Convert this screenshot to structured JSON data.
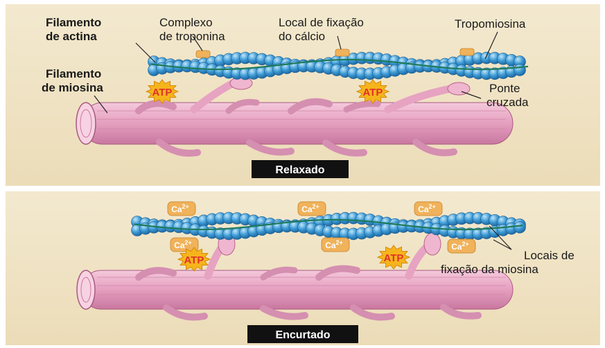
{
  "labels": {
    "actin_filament": [
      "Filamento",
      "de actina"
    ],
    "troponin_complex": [
      "Complexo",
      "de troponina"
    ],
    "calcium_binding_site": [
      "Local de fixação",
      "do cálcio"
    ],
    "tropomyosin": "Tropomiosina",
    "myosin_filament": [
      "Filamento",
      "de miosina"
    ],
    "cross_bridge": [
      "Ponte",
      "cruzada"
    ],
    "myosin_binding_sites": [
      "Locais de",
      "fixação da miosina"
    ]
  },
  "badges": {
    "atp": "ATP",
    "calcium": "Ca2+",
    "calcium_base": "Ca",
    "calcium_sup": "2+"
  },
  "states": {
    "relaxed": "Relaxado",
    "shortened": "Encurtado"
  },
  "colors": {
    "panel_bg": "#efe3c4",
    "actin_bead": "#3d9ad4",
    "actin_bead_light": "#8fcdf0",
    "tropomyosin": "#1e7a5a",
    "troponin": "#f0b25a",
    "myosin": "#e7a3c2",
    "myosin_dark": "#b9628a",
    "atp_star": "#f6b41c",
    "atp_text": "#e0312a",
    "caption_bg": "#111111"
  }
}
